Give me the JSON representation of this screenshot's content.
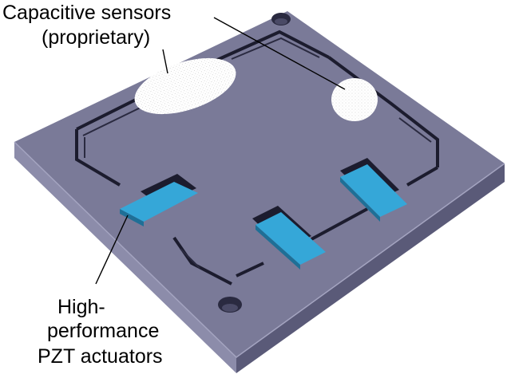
{
  "labels": {
    "sensors_line1": "Capacitive sensors",
    "sensors_line2": "(proprietary)",
    "actuators_line1": "High-",
    "actuators_line2": "performance",
    "actuators_line3": "PZT actuators"
  },
  "colors": {
    "plate_top": "#7a7a98",
    "plate_left": "#8c8caa",
    "plate_right": "#5a5a78",
    "slot": "#1c1c2e",
    "pzt": "#35a7d8",
    "sensor": "#ffffff",
    "leader": "#000000"
  }
}
